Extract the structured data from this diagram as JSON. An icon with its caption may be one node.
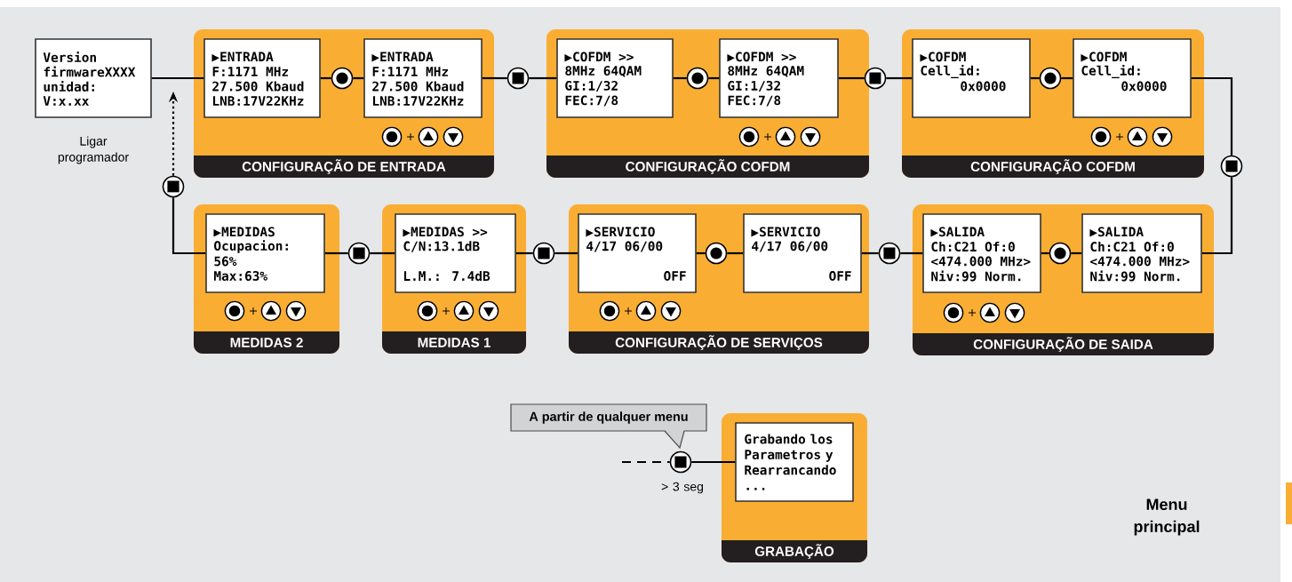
{
  "diagram": {
    "nodes": [
      {
        "text": [
          "Version",
          "firmwareXXXX",
          "unidad:",
          "V:x.xx"
        ],
        "beside": [
          "Ligar programador"
        ]
      },
      {
        "text": [
          "CONFIGURAÇÃO DE ENTRADA"
        ]
      },
      {
        "text": [
          "▶ENTRADA",
          "F:1171 MHz",
          "27.500 Kbaud",
          "LNB:17V22KHz"
        ],
        "in": 1
      },
      {
        "text": [],
        "shape": "circle",
        "in": 1
      },
      {
        "text": [
          "▶ENTRADA",
          "F:1171 MHz",
          "27.500 Kbaud",
          "LNB:17V22KHz"
        ],
        "in": 1
      },
      {
        "text": [],
        "shape": "square"
      },
      {
        "text": [
          "CONFIGURAÇÃO COFDM"
        ]
      },
      {
        "text": [
          "▶COFDM >>",
          "8MHz 64QAM",
          "GI:1/32",
          "FEC:7/8"
        ],
        "in": 6
      },
      {
        "text": [],
        "shape": "circle",
        "in": 6
      },
      {
        "text": [
          "▶COFDM >>",
          "8MHz 64QAM",
          "GI:1/32",
          "FEC:7/8"
        ],
        "in": 6
      },
      {
        "text": [],
        "shape": "square"
      },
      {
        "text": [
          "CONFIGURAÇÃO COFDM"
        ]
      },
      {
        "text": [
          "▶COFDM",
          "Cell_id:",
          "0x0000"
        ],
        "in": 11
      },
      {
        "text": [],
        "shape": "circle",
        "in": 11
      },
      {
        "text": [
          "▶COFDM",
          "Cell_id:",
          "0x0000"
        ],
        "in": 11
      },
      {
        "text": [],
        "shape": "square"
      },
      {
        "text": [],
        "shape": "square"
      },
      {
        "text": [
          "MEDIDAS 2"
        ]
      },
      {
        "text": [
          "▶MEDIDAS",
          "Ocupacion:",
          "56%",
          "Max:63%"
        ],
        "in": 17
      },
      {
        "text": [],
        "shape": "square"
      },
      {
        "text": [
          "MEDIDAS 1"
        ]
      },
      {
        "text": [
          "▶MEDIDAS >>",
          "C/N:13.1dB",
          "L.M.: 7.4dB"
        ],
        "in": 20
      },
      {
        "text": [],
        "shape": "square"
      },
      {
        "text": [
          "CONFIGURAÇÃO DE SERVIÇOS"
        ]
      },
      {
        "text": [
          "▶SERVICIO",
          "4/17 06/00",
          "OFF"
        ],
        "in": 23
      },
      {
        "text": [],
        "shape": "circle",
        "in": 23
      },
      {
        "text": [
          "▶SERVICIO",
          "4/17 06/00",
          "OFF"
        ],
        "in": 23
      },
      {
        "text": [],
        "shape": "square"
      },
      {
        "text": [
          "CONFIGURAÇÃO DE SAIDA"
        ]
      },
      {
        "text": [
          "▶SALIDA",
          "Ch:C21 Of:0",
          "<474.000 MHz>",
          "Niv:99 Norm."
        ],
        "in": 28
      },
      {
        "text": [],
        "shape": "circle",
        "in": 28
      },
      {
        "text": [
          "▶SALIDA",
          "Ch:C21 Of:0",
          "<474.000 MHz>",
          "Niv:99 Norm."
        ],
        "in": 28
      },
      {
        "text": [
          "A partir de qualquer menu"
        ]
      },
      {
        "text": [],
        "shape": "square",
        "beside": [
          "> 3 seg"
        ]
      },
      {
        "text": [
          "GRABAÇÃO"
        ]
      },
      {
        "text": [
          "Grabando los Parametros y Rearrancando ..."
        ],
        "in": 34
      }
    ],
    "edges": [
      {
        "from": 0,
        "to": 2,
        "arrow": "none"
      },
      {
        "from": 2,
        "to": 3,
        "arrow": "none"
      },
      {
        "from": 3,
        "to": 4,
        "arrow": "none"
      },
      {
        "from": 4,
        "to": 5,
        "arrow": "none"
      },
      {
        "from": 5,
        "to": 7,
        "arrow": "none"
      },
      {
        "from": 7,
        "to": 8,
        "arrow": "none"
      },
      {
        "from": 8,
        "to": 9,
        "arrow": "none"
      },
      {
        "from": 9,
        "to": 10,
        "arrow": "none"
      },
      {
        "from": 10,
        "to": 12,
        "arrow": "none"
      },
      {
        "from": 12,
        "to": 13,
        "arrow": "none"
      },
      {
        "from": 13,
        "to": 14,
        "arrow": "none"
      },
      {
        "from": 14,
        "to": 15,
        "arrow": "none"
      },
      {
        "from": 15,
        "to": 31,
        "arrow": "none"
      },
      {
        "from": 31,
        "to": 30,
        "arrow": "none"
      },
      {
        "from": 30,
        "to": 29,
        "arrow": "none"
      },
      {
        "from": 29,
        "to": 27,
        "arrow": "none"
      },
      {
        "from": 27,
        "to": 26,
        "arrow": "none"
      },
      {
        "from": 26,
        "to": 25,
        "arrow": "none"
      },
      {
        "from": 25,
        "to": 24,
        "arrow": "none"
      },
      {
        "from": 24,
        "to": 22,
        "arrow": "none"
      },
      {
        "from": 22,
        "to": 21,
        "arrow": "none"
      },
      {
        "from": 21,
        "to": 19,
        "arrow": "none"
      },
      {
        "from": 19,
        "to": 18,
        "arrow": "none"
      },
      {
        "from": 18,
        "to": 16,
        "arrow": "none"
      },
      {
        "from": 16,
        "to": null,
        "arrow": "to",
        "style": "dashed"
      },
      {
        "from": null,
        "to": 33,
        "arrow": "none",
        "style": "dashed"
      },
      {
        "from": 33,
        "to": 35,
        "arrow": "none"
      }
    ],
    "labels": [
      "Menu principal"
    ]
  }
}
